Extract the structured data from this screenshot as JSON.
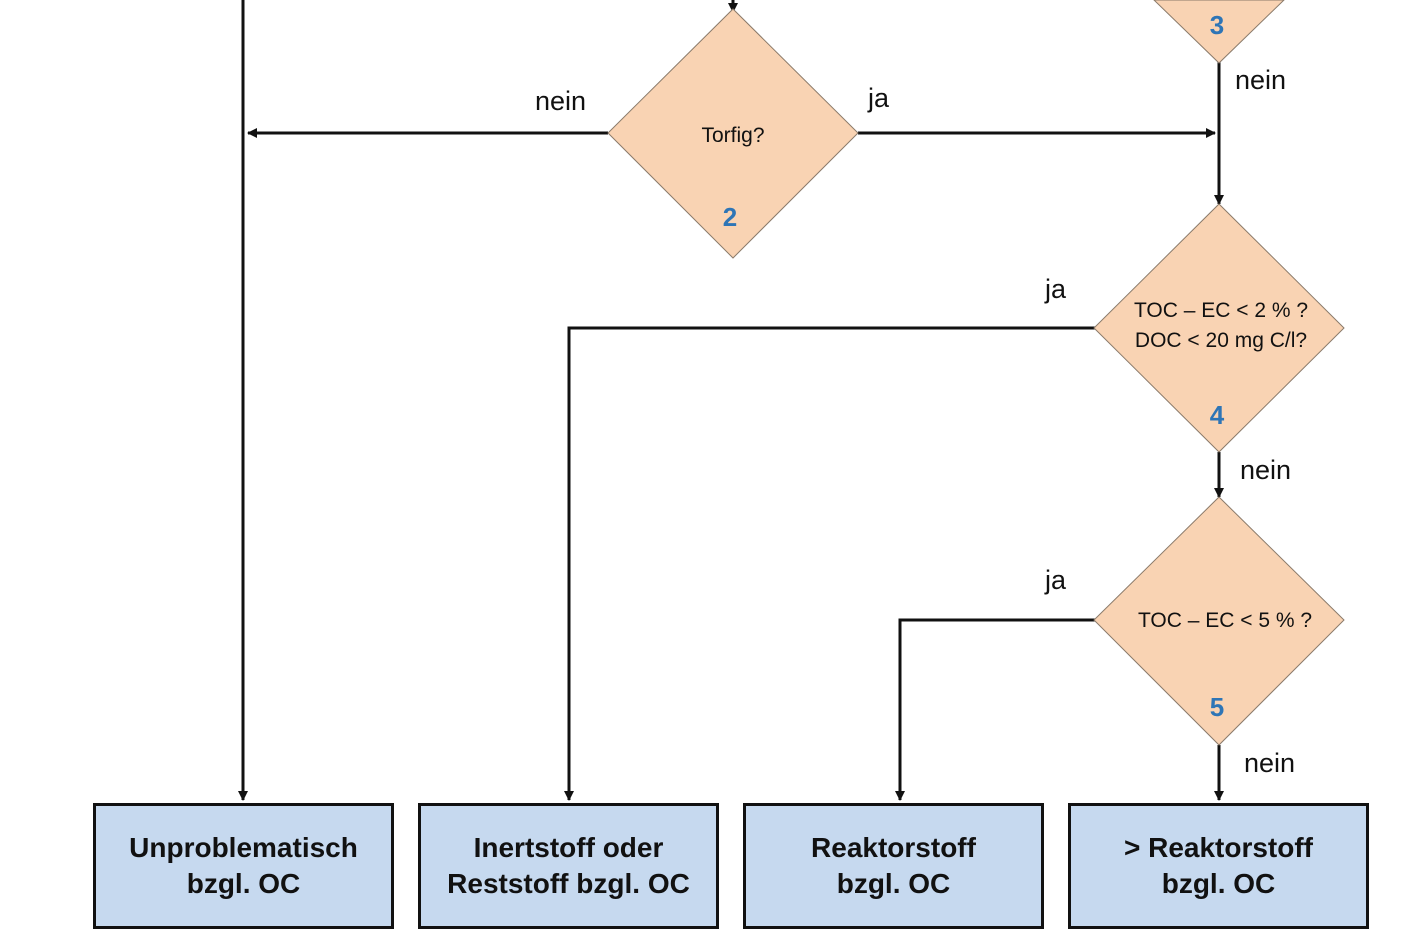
{
  "colors": {
    "diamond_fill": "#f9d3b3",
    "diamond_stroke": "#8a7a6a",
    "box_fill": "#c6d9ef",
    "number": "#2e75b6",
    "line": "#111111"
  },
  "diamonds": [
    {
      "id": "d2",
      "lines": [
        "Torfig?"
      ],
      "number": "2"
    },
    {
      "id": "d3",
      "lines": [],
      "number": "3"
    },
    {
      "id": "d4",
      "lines": [
        "TOC – EC < 2 % ?",
        "DOC < 20 mg C/l?"
      ],
      "number": "4"
    },
    {
      "id": "d5",
      "lines": [
        "TOC – EC < 5 % ?"
      ],
      "number": "5"
    }
  ],
  "edge_labels": {
    "d2_left": "nein",
    "d2_right": "ja",
    "d3_down": "nein",
    "d4_left": "ja",
    "d4_down": "nein",
    "d5_left": "ja",
    "d5_down": "nein"
  },
  "boxes": [
    {
      "id": "b1",
      "lines": [
        "Unproblematisch",
        "bzgl. OC"
      ]
    },
    {
      "id": "b2",
      "lines": [
        "Inertstoff oder",
        "Reststoff bzgl. OC"
      ]
    },
    {
      "id": "b3",
      "lines": [
        "Reaktorstoff",
        "bzgl. OC"
      ]
    },
    {
      "id": "b4",
      "lines": [
        "> Reaktorstoff",
        "bzgl. OC"
      ]
    }
  ]
}
